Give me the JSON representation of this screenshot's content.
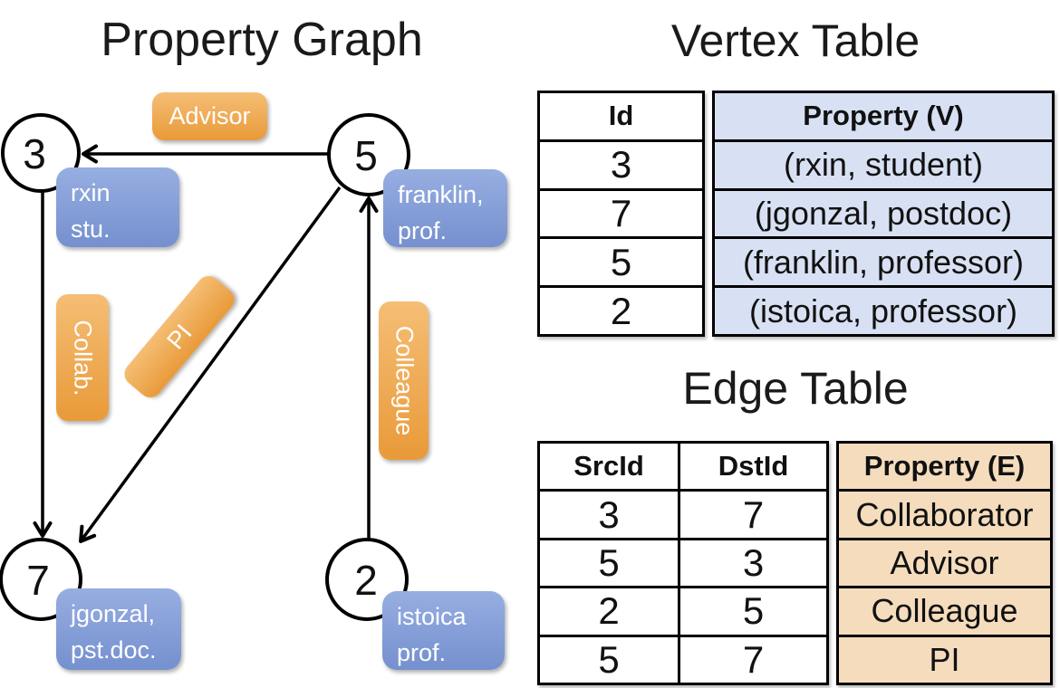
{
  "graph": {
    "title": "Property Graph",
    "vertices": {
      "v3": {
        "id": "3",
        "line1": "rxin",
        "line2": "stu."
      },
      "v5": {
        "id": "5",
        "line1": "franklin,",
        "line2": "prof."
      },
      "v7": {
        "id": "7",
        "line1": "jgonzal,",
        "line2": "pst.doc."
      },
      "v2": {
        "id": "2",
        "line1": "istoica",
        "line2": "prof."
      }
    },
    "edge_labels": {
      "advisor": "Advisor",
      "collab": "Collab.",
      "pi": "PI",
      "colleague": "Colleague"
    }
  },
  "vertex_table": {
    "title": "Vertex Table",
    "columns": {
      "id": "Id",
      "property": "Property (V)"
    },
    "rows": [
      {
        "id": "3",
        "property": "(rxin, student)"
      },
      {
        "id": "7",
        "property": "(jgonzal, postdoc)"
      },
      {
        "id": "5",
        "property": "(franklin, professor)"
      },
      {
        "id": "2",
        "property": "(istoica, professor)"
      }
    ]
  },
  "edge_table": {
    "title": "Edge Table",
    "columns": {
      "src": "SrcId",
      "dst": "DstId",
      "property": "Property (E)"
    },
    "rows": [
      {
        "src": "3",
        "dst": "7",
        "property": "Collaborator"
      },
      {
        "src": "5",
        "dst": "3",
        "property": "Advisor"
      },
      {
        "src": "2",
        "dst": "5",
        "property": "Colleague"
      },
      {
        "src": "5",
        "dst": "7",
        "property": "PI"
      }
    ]
  },
  "colors": {
    "orange-top": "#F5BE75",
    "orange-bottom": "#E99A39",
    "blue-top": "#97AEE1",
    "blue-bottom": "#7590CF",
    "vertex-fill": "#D8E1F3",
    "edge-fill": "#F4DCBD",
    "line": "#000000"
  }
}
